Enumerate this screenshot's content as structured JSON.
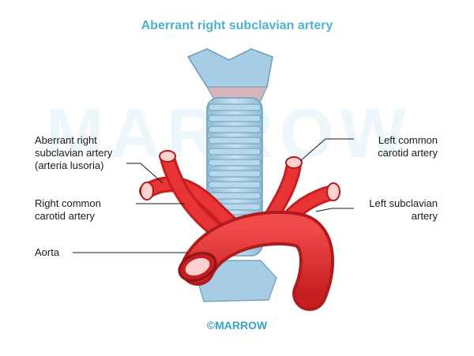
{
  "title": "Aberrant right subclavian artery",
  "watermark": "MARROW",
  "labels": {
    "aberrant_right_subclavian": [
      "Aberrant right",
      "subclavian artery",
      "(arteria lusoria)"
    ],
    "right_common_carotid": [
      "Right common",
      "carotid artery"
    ],
    "aorta": [
      "Aorta"
    ],
    "left_common_carotid": [
      "Left common",
      "carotid artery"
    ],
    "left_subclavian": [
      "Left subclavian",
      "artery"
    ]
  },
  "footer": "©MARROW",
  "colors": {
    "title": "#4fb3c8",
    "trachea": "#a9cde3",
    "artery": "#e1292b",
    "artery_dark": "#b01b1d"
  }
}
